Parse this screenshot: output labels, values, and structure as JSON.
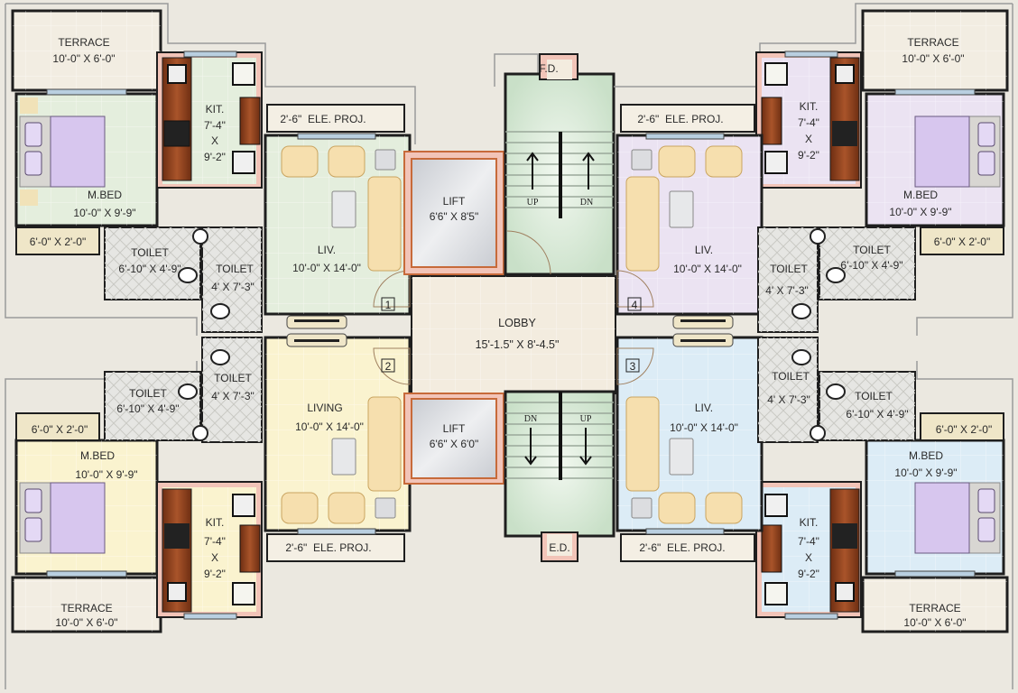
{
  "plan": {
    "colors": {
      "background": "#ebe8e0",
      "wall_fill": "#f2c4b8",
      "wall_line": "#1e1e1e",
      "outer_line": "#8a8a8a",
      "window": "#b9cfe0",
      "terrace": "#f2ede2",
      "balcony": "#efe6c8",
      "ele_proj": "#f4efe4",
      "lobby": "#f3ecdf",
      "stair": "#d9ead9",
      "lift_frame": "#e3926a",
      "lift_fill": "#d6d8dc",
      "toilet": "#e6e6e3",
      "counter": "#8b3f1e",
      "sofa": "#f6dfae",
      "bed": "#d7c6ee",
      "flat1": "#e4eedd",
      "flat2": "#faf3cf",
      "flat3": "#dcecf6",
      "flat4": "#ebe3f2"
    },
    "core": {
      "lift_top": {
        "label": "LIFT",
        "dims": "6'6\" X 8'5\""
      },
      "lift_bottom": {
        "label": "LIFT",
        "dims": "6'6\" X 6'0\""
      },
      "lobby": {
        "label": "LOBBY",
        "dims": "15'-1.5\" X 8'-4.5\""
      },
      "duct_top": "F.D.",
      "duct_bottom": "E.D.",
      "stair_top": {
        "left": "UP",
        "right": "DN"
      },
      "stair_bottom": {
        "left": "DN",
        "right": "UP"
      }
    },
    "flats": [
      {
        "number": "1",
        "terrace": {
          "label": "TERRACE",
          "dims": "10'-0\" X 6'-0\""
        },
        "kitchen": {
          "label": "KIT.",
          "w": "7'-4\"",
          "x": "X",
          "h": "9'-2\""
        },
        "ele_proj": "2'-6\"  ELE. PROJ.",
        "bedroom": {
          "label": "M.BED",
          "dims": "10'-0\" X 9'-9\""
        },
        "balcony": "6'-0\" X 2'-0\"",
        "toilet_a": {
          "label": "TOILET",
          "dims": "6'-10\" X 4'-9\""
        },
        "toilet_b": {
          "label": "TOILET",
          "dims": "4' X 7'-3\""
        },
        "living": {
          "label": "LIV.",
          "dims": "10'-0\" X 14'-0\""
        }
      },
      {
        "number": "2",
        "terrace": {
          "label": "TERRACE",
          "dims": "10'-0\" X 6'-0\""
        },
        "kitchen": {
          "label": "KIT.",
          "w": "7'-4\"",
          "x": "X",
          "h": "9'-2\""
        },
        "ele_proj": "2'-6\"  ELE. PROJ.",
        "bedroom": {
          "label": "M.BED",
          "dims": "10'-0\" X 9'-9\""
        },
        "balcony": "6'-0\" X 2'-0\"",
        "toilet_a": {
          "label": "TOILET",
          "dims": "6'-10\" X 4'-9\""
        },
        "toilet_b": {
          "label": "TOILET",
          "dims": "4' X 7'-3\""
        },
        "living": {
          "label": "LIVING",
          "dims": "10'-0\" X 14'-0\""
        }
      },
      {
        "number": "3",
        "terrace": {
          "label": "TERRACE",
          "dims": "10'-0\" X 6'-0\""
        },
        "kitchen": {
          "label": "KIT.",
          "w": "7'-4\"",
          "x": "X",
          "h": "9'-2\""
        },
        "ele_proj": "2'-6\"  ELE. PROJ.",
        "bedroom": {
          "label": "M.BED",
          "dims": "10'-0\" X 9'-9\""
        },
        "balcony": "6'-0\" X 2'-0\"",
        "toilet_a": {
          "label": "TOILET",
          "dims": "6'-10\" X 4'-9\""
        },
        "toilet_b": {
          "label": "TOILET",
          "dims": "4' X 7'-3\""
        },
        "living": {
          "label": "LIV.",
          "dims": "10'-0\" X 14'-0\""
        }
      },
      {
        "number": "4",
        "terrace": {
          "label": "TERRACE",
          "dims": "10'-0\" X 6'-0\""
        },
        "kitchen": {
          "label": "KIT.",
          "w": "7'-4\"",
          "x": "X",
          "h": "9'-2\""
        },
        "ele_proj": "2'-6\"  ELE. PROJ.",
        "bedroom": {
          "label": "M.BED",
          "dims": "10'-0\" X 9'-9\""
        },
        "balcony": "6'-0\" X 2'-0\"",
        "toilet_a": {
          "label": "TOILET",
          "dims": "6'-10\" X 4'-9\""
        },
        "toilet_b": {
          "label": "TOILET",
          "dims": "4' X 7'-3\""
        },
        "living": {
          "label": "LIV.",
          "dims": "10'-0\" X 14'-0\""
        }
      }
    ]
  }
}
